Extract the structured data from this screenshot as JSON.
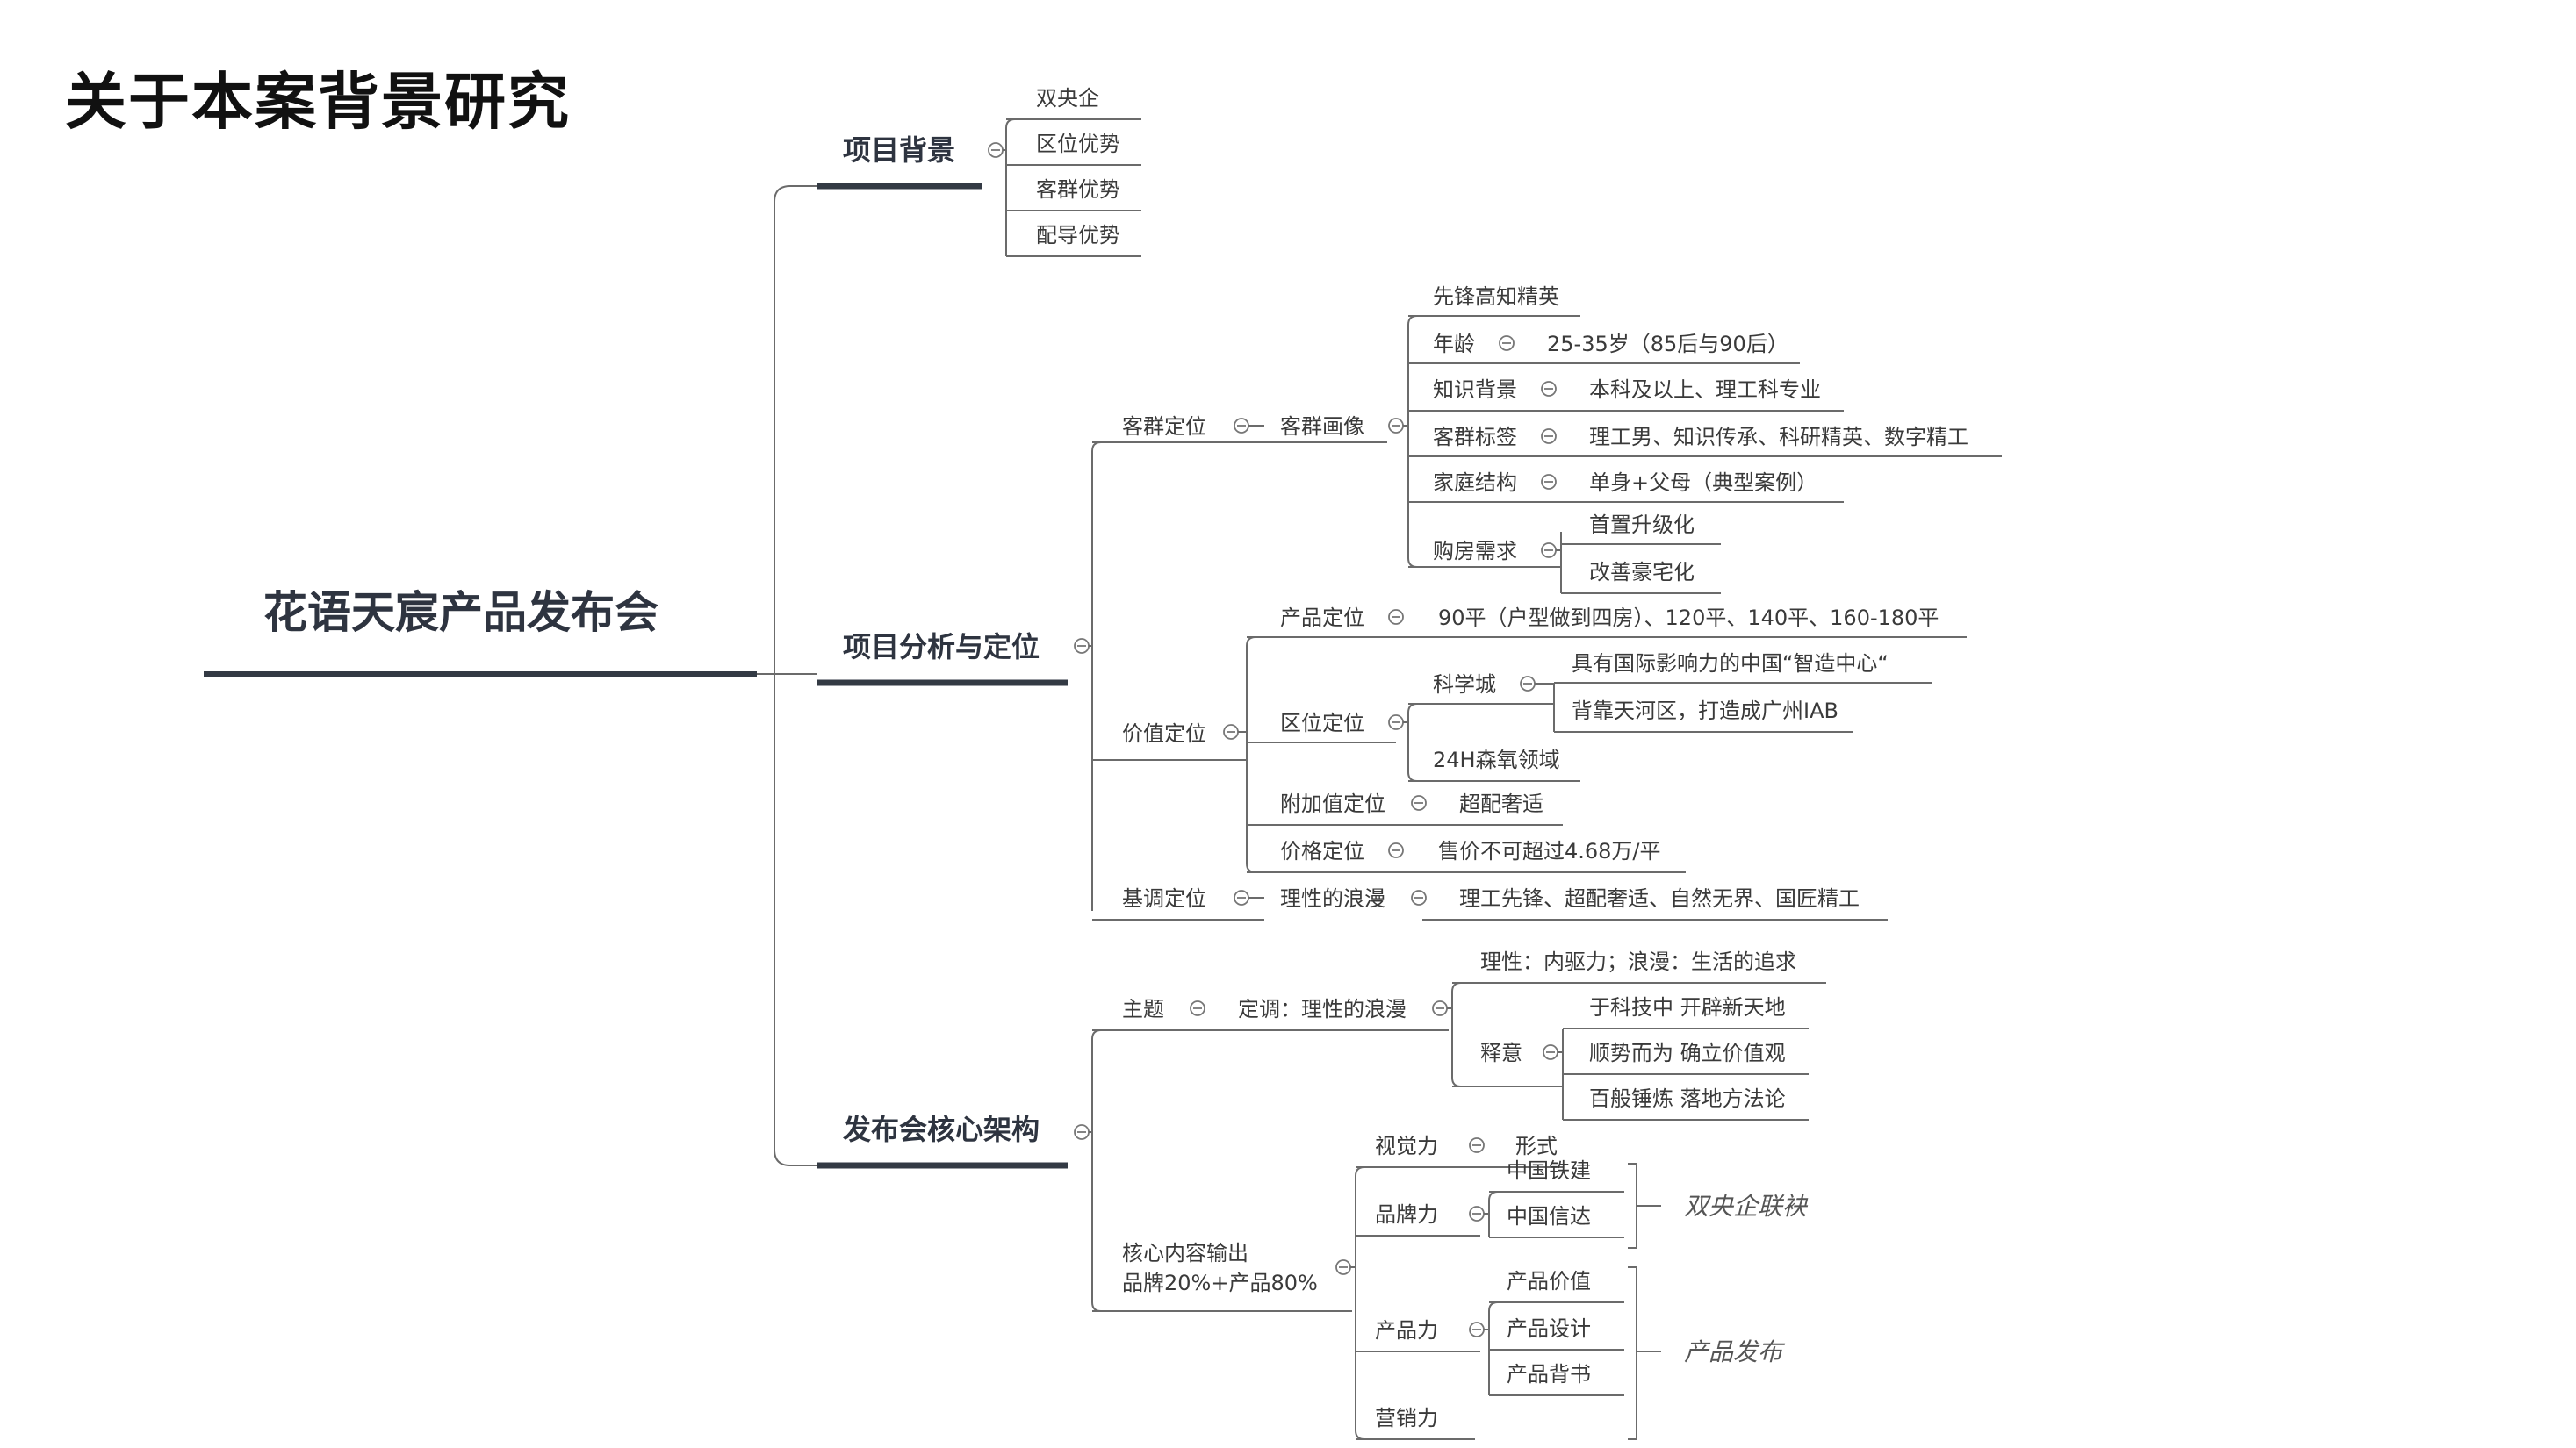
{
  "page": {
    "title": "关于本案背景研究"
  },
  "root": {
    "label": "花语天宸产品发布会"
  },
  "sections": {
    "background": {
      "label": "项目背景",
      "items": [
        "双央企",
        "区位优势",
        "客群优势",
        "配导优势"
      ]
    },
    "analysis": {
      "label": "项目分析与定位",
      "customer": {
        "label": "客群定位",
        "portrait": {
          "label": "客群画像",
          "vanguard": "先锋高知精英",
          "age": {
            "label": "年龄",
            "value": "25-35岁（85后与90后）"
          },
          "knowledge": {
            "label": "知识背景",
            "value": "本科及以上、理工科专业"
          },
          "tags": {
            "label": "客群标签",
            "value": "理工男、知识传承、科研精英、数字精工"
          },
          "family": {
            "label": "家庭结构",
            "value": "单身+父母（典型案例）"
          },
          "demand": {
            "label": "购房需求",
            "items": [
              "首置升级化",
              "改善豪宅化"
            ]
          }
        }
      },
      "value": {
        "label": "价值定位",
        "product": {
          "label": "产品定位",
          "value": "90平（户型做到四房）、120平、140平、160-180平"
        },
        "location": {
          "label": "区位定位",
          "science": {
            "label": "科学城",
            "items": [
              "具有国际影响力的中国“智造中心“",
              "背靠天河区，打造成广州IAB"
            ]
          },
          "h24": "24H森氧领域"
        },
        "added": {
          "label": "附加值定位",
          "value": "超配奢适"
        },
        "price": {
          "label": "价格定位",
          "value": "售价不可超过4.68万/平"
        }
      },
      "tone": {
        "label": "基调定位",
        "romance": {
          "label": "理性的浪漫",
          "value": "理工先锋、超配奢适、自然无界、国匠精工"
        }
      }
    },
    "structure": {
      "label": "发布会核心架构",
      "theme": {
        "label": "主题",
        "tone": {
          "label": "定调：理性的浪漫",
          "line": "理性：内驱力；浪漫：生活的追求",
          "meaning": {
            "label": "释意",
            "items": [
              "于科技中 开辟新天地",
              "顺势而为 确立价值观",
              "百般锤炼 落地方法论"
            ]
          }
        }
      },
      "core": {
        "label_line1": "核心内容输出",
        "label_line2": "品牌20%+产品80%",
        "visual": {
          "label": "视觉力",
          "value": "形式"
        },
        "brand": {
          "label": "品牌力",
          "items": [
            "中国铁建",
            "中国信达"
          ],
          "summary": "双央企联袂"
        },
        "product": {
          "label": "产品力",
          "items": [
            "产品价值",
            "产品设计",
            "产品背书"
          ]
        },
        "marketing": {
          "label": "营销力"
        },
        "product_summary": "产品发布"
      }
    }
  }
}
